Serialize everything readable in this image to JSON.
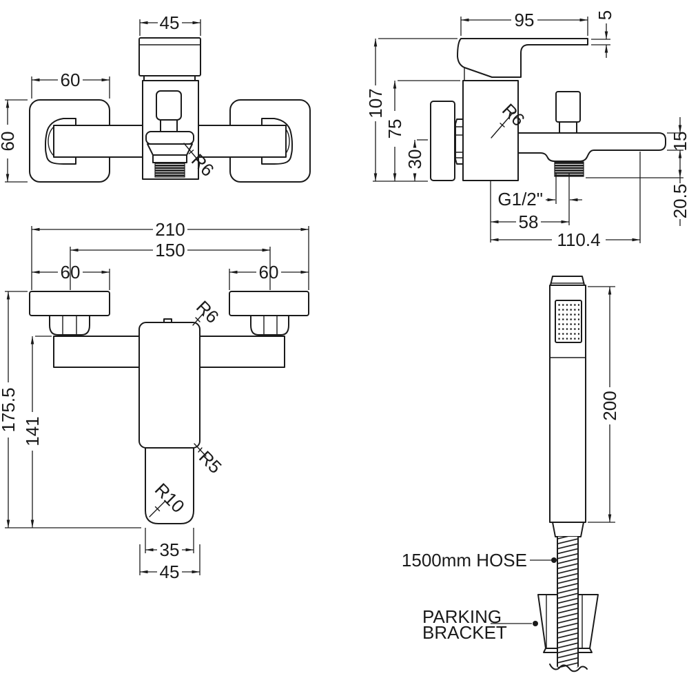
{
  "drawing": {
    "type": "technical-dimension-drawing",
    "subject": "wall mounted bath shower mixer with handset",
    "colors": {
      "line": "#1a1a1a",
      "background": "#ffffff"
    },
    "views": {
      "top": {
        "dims": {
          "cap_width": "45",
          "plate_width": "60",
          "plate_height": "60",
          "radius": "R6"
        }
      },
      "side": {
        "dims": {
          "handle_length": "95",
          "handle_thickness": "5",
          "overall_height": "107",
          "body_height": "75",
          "outlet_height": "30",
          "radius": "R6",
          "spout_thickness": "15",
          "outlet_drop": "20.5",
          "thread_size": "G1/2\"",
          "outlet_centre": "58",
          "spout_reach": "110.4"
        }
      },
      "front": {
        "dims": {
          "overall_width": "210",
          "fixing_centres": "150",
          "plate_width_left": "60",
          "plate_width_right": "60",
          "radius_body": "R6",
          "overall_height": "175.5",
          "spout_drop": "141",
          "radius_joint": "R5",
          "radius_spout": "R10",
          "spout_width": "35",
          "body_width": "45"
        }
      },
      "handset": {
        "dims": {
          "length": "200"
        },
        "labels": {
          "hose": "1500mm HOSE",
          "bracket_line1": "PARKING",
          "bracket_line2": "BRACKET"
        }
      }
    }
  }
}
